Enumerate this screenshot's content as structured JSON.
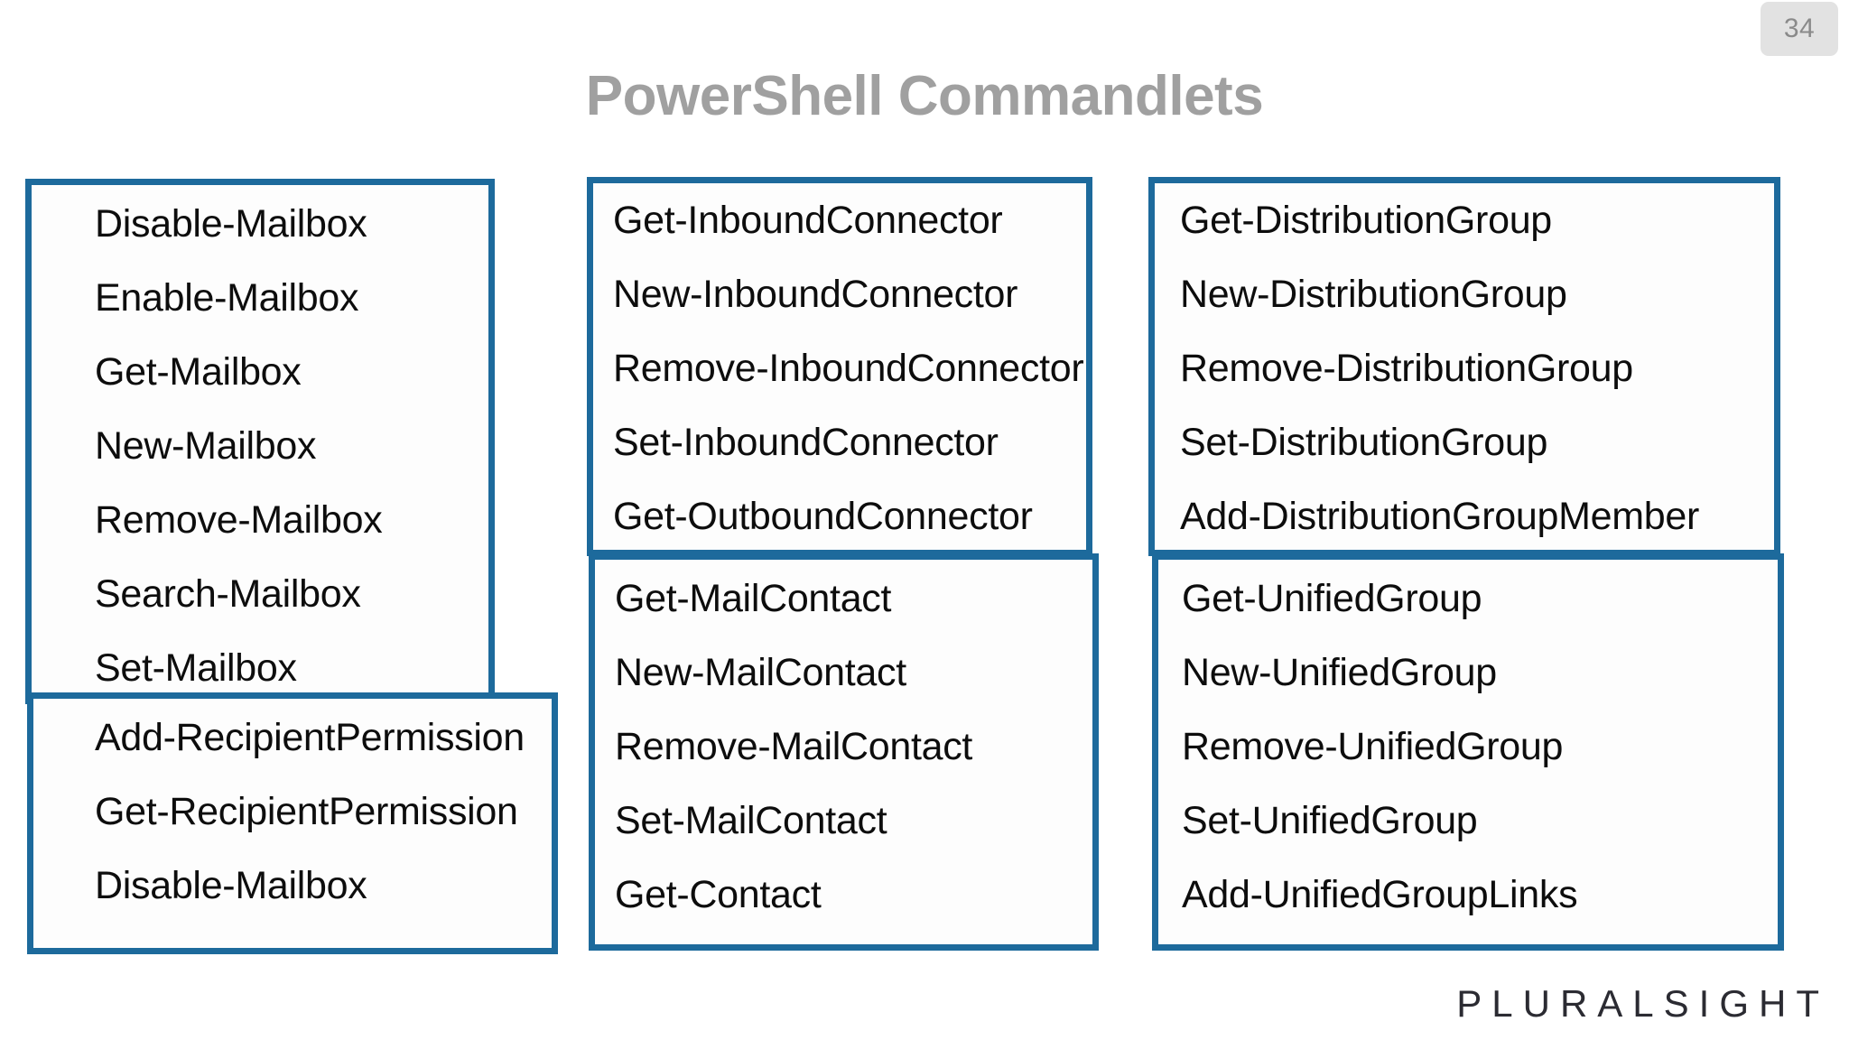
{
  "slide": {
    "title": "PowerShell Commandlets",
    "page_number": "34",
    "brand": "PLURALSIGHT",
    "accent_color": "#1d6a9c",
    "title_color": "#a0a0a0",
    "background_color": "#ffffff",
    "text_color": "#0d0d0d"
  },
  "columns": [
    {
      "name": "mailbox-column",
      "boxes": [
        {
          "name": "mailbox-commands",
          "items": [
            "Disable-Mailbox",
            "Enable-Mailbox",
            "Get-Mailbox",
            "New-Mailbox",
            "Remove-Mailbox",
            "Search-Mailbox",
            "Set-Mailbox"
          ]
        },
        {
          "name": "recipient-permission-commands",
          "items": [
            "Add-RecipientPermission",
            "Get-RecipientPermission",
            "Disable-Mailbox"
          ]
        }
      ]
    },
    {
      "name": "connector-column",
      "boxes": [
        {
          "name": "connector-commands",
          "items": [
            "Get-InboundConnector",
            "New-InboundConnector",
            "Remove-InboundConnector",
            "Set-InboundConnector",
            "Get-OutboundConnector"
          ]
        },
        {
          "name": "mail-contact-commands",
          "items": [
            "Get-MailContact",
            "New-MailContact",
            "Remove-MailContact",
            "Set-MailContact",
            "Get-Contact"
          ]
        }
      ]
    },
    {
      "name": "group-column",
      "boxes": [
        {
          "name": "distribution-group-commands",
          "items": [
            "Get-DistributionGroup",
            "New-DistributionGroup",
            "Remove-DistributionGroup",
            "Set-DistributionGroup",
            "Add-DistributionGroupMember"
          ]
        },
        {
          "name": "unified-group-commands",
          "items": [
            "Get-UnifiedGroup",
            "New-UnifiedGroup",
            "Remove-UnifiedGroup",
            "Set-UnifiedGroup",
            "Add-UnifiedGroupLinks"
          ]
        }
      ]
    }
  ]
}
